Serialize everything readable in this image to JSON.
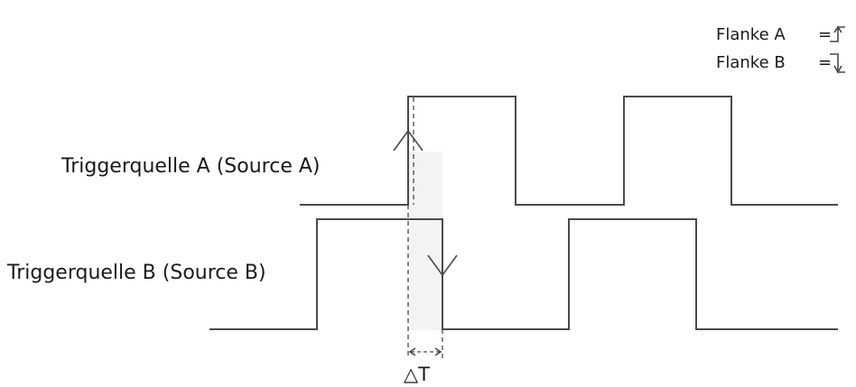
{
  "legend": {
    "edge_a": "Flanke A",
    "edge_b": "Flanke B",
    "equals": "=",
    "edge_a_icon": "rising-edge-icon",
    "edge_b_icon": "falling-edge-icon"
  },
  "signals": {
    "source_a_label": "Triggerquelle A (Source A)",
    "source_b_label": "Triggerquelle B (Source B)"
  },
  "delta": {
    "label": "△T"
  },
  "colors": {
    "line": "#4a4a4a",
    "text": "#1a1a1a",
    "background": "#ffffff"
  }
}
